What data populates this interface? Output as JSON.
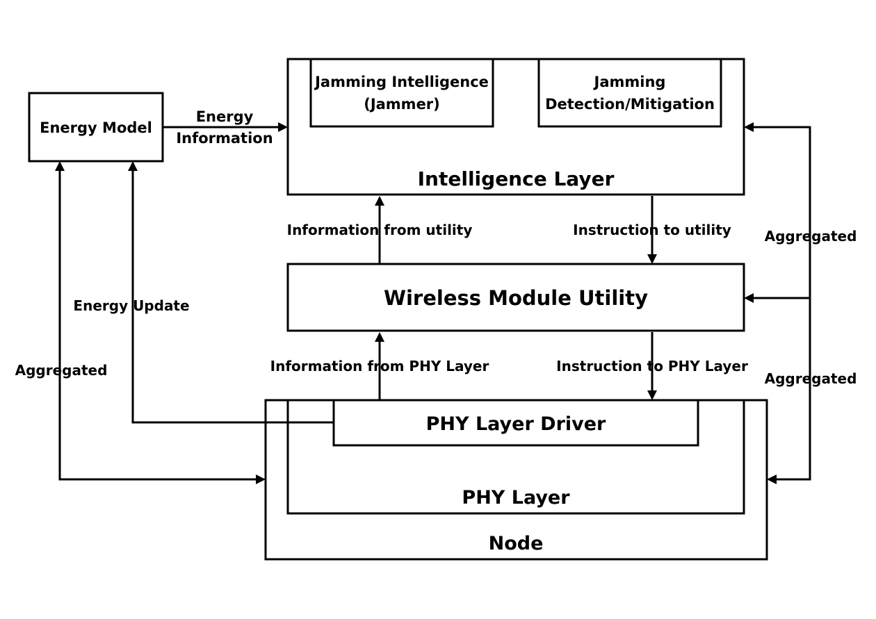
{
  "boxes": {
    "energy_model": "Energy Model",
    "jamming_intelligence_line1": "Jamming Intelligence",
    "jamming_intelligence_line2": "(Jammer)",
    "jamming_detection_line1": "Jamming",
    "jamming_detection_line2": "Detection/Mitigation",
    "intelligence_layer": "Intelligence Layer",
    "wireless_module_utility": "Wireless Module Utility",
    "phy_layer_driver": "PHY Layer Driver",
    "phy_layer": "PHY Layer",
    "node": "Node"
  },
  "edges": {
    "energy_information_line1": "Energy",
    "energy_information_line2": "Information",
    "information_from_utility": "Information from utility",
    "instruction_to_utility": "Instruction to utility",
    "information_from_phy": "Information from PHY Layer",
    "instruction_to_phy": "Instruction to PHY Layer",
    "energy_update": "Energy Update",
    "aggregated_left": "Aggregated",
    "aggregated_right_top": "Aggregated",
    "aggregated_right_bottom": "Aggregated"
  },
  "colors": {
    "stroke": "#000000",
    "background": "#ffffff"
  }
}
